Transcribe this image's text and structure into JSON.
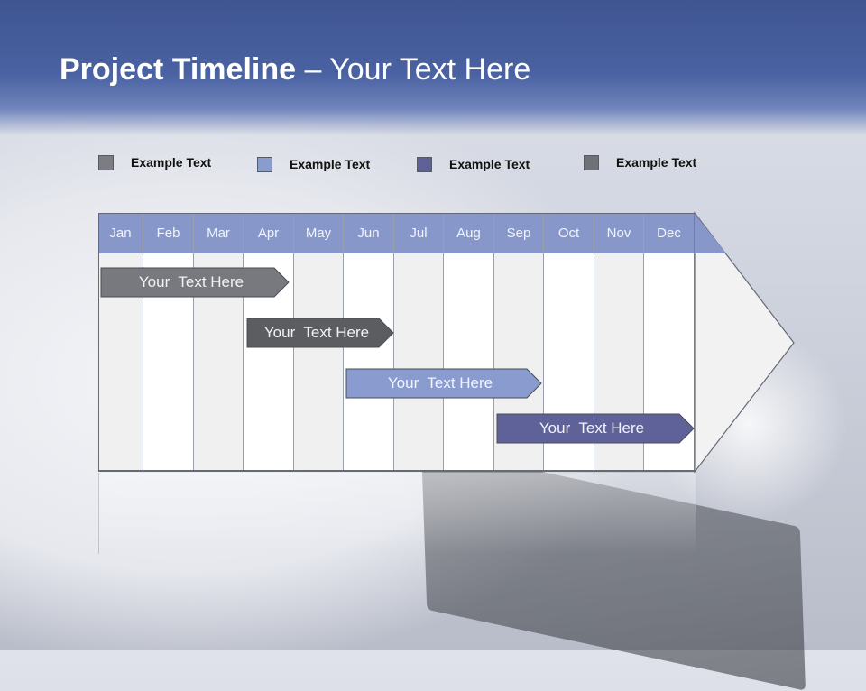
{
  "slide": {
    "title_bold": "Project Timeline",
    "title_rest": " – Your Text Here"
  },
  "legend": [
    {
      "label": "Example Text",
      "color": "#7b7d82"
    },
    {
      "label": "Example Text",
      "color": "#8a9ccf"
    },
    {
      "label": "Example Text",
      "color": "#5e6299"
    },
    {
      "label": "Example Text",
      "color": "#6f7176"
    }
  ],
  "timeline": {
    "months": [
      "Jan",
      "Feb",
      "Mar",
      "Apr",
      "May",
      "Jun",
      "Jul",
      "Aug",
      "Sep",
      "Oct",
      "Nov",
      "Dec"
    ],
    "header_color": "#8797c9",
    "tasks": [
      {
        "label": "Your  Text Here",
        "color": "#77797e",
        "text_color": "#f2f2f2"
      },
      {
        "label": "Your  Text Here",
        "color": "#5c5d61",
        "text_color": "#f2f2f2"
      },
      {
        "label": "Your  Text Here",
        "color": "#8a9ccf",
        "text_color": "#f2f4fa"
      },
      {
        "label": "Your  Text Here",
        "color": "#5e6299",
        "text_color": "#f2f4fa"
      }
    ]
  }
}
